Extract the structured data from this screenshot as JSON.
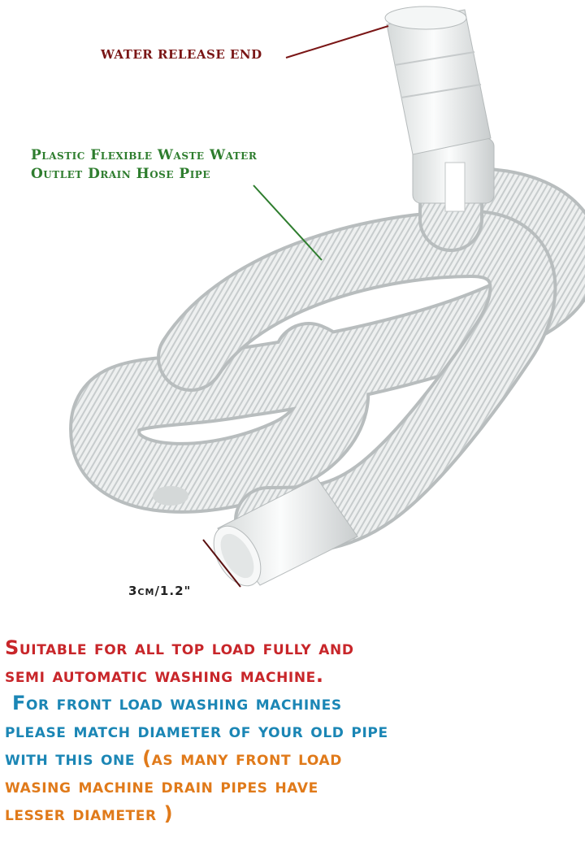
{
  "labels": {
    "release_end": "WATER RELEASE END",
    "hose_line1": "Plastic Flexible Waste Water",
    "hose_line2": "Outlet Drain Hose Pipe",
    "diameter": "3cm/1.2\""
  },
  "description": {
    "red_line1": "Suitable for all top load fully and",
    "red_line2": "semi automatic washing machine.",
    "blue_line1": " For front load washing machines",
    "blue_line2": "please match diameter of your old pipe",
    "blue_line3": "with this one",
    "orange_line1": " (as many front load",
    "orange_line2": "wasing machine drain pipes have",
    "orange_line3": "lesser diameter )"
  },
  "colors": {
    "release_label": "#7a1616",
    "hose_label": "#2e7d2e",
    "diameter_label": "#222222",
    "red_text": "#c8262a",
    "blue_text": "#1b86b5",
    "orange_text": "#e07a1a",
    "hose_body": "#eceeee"
  }
}
